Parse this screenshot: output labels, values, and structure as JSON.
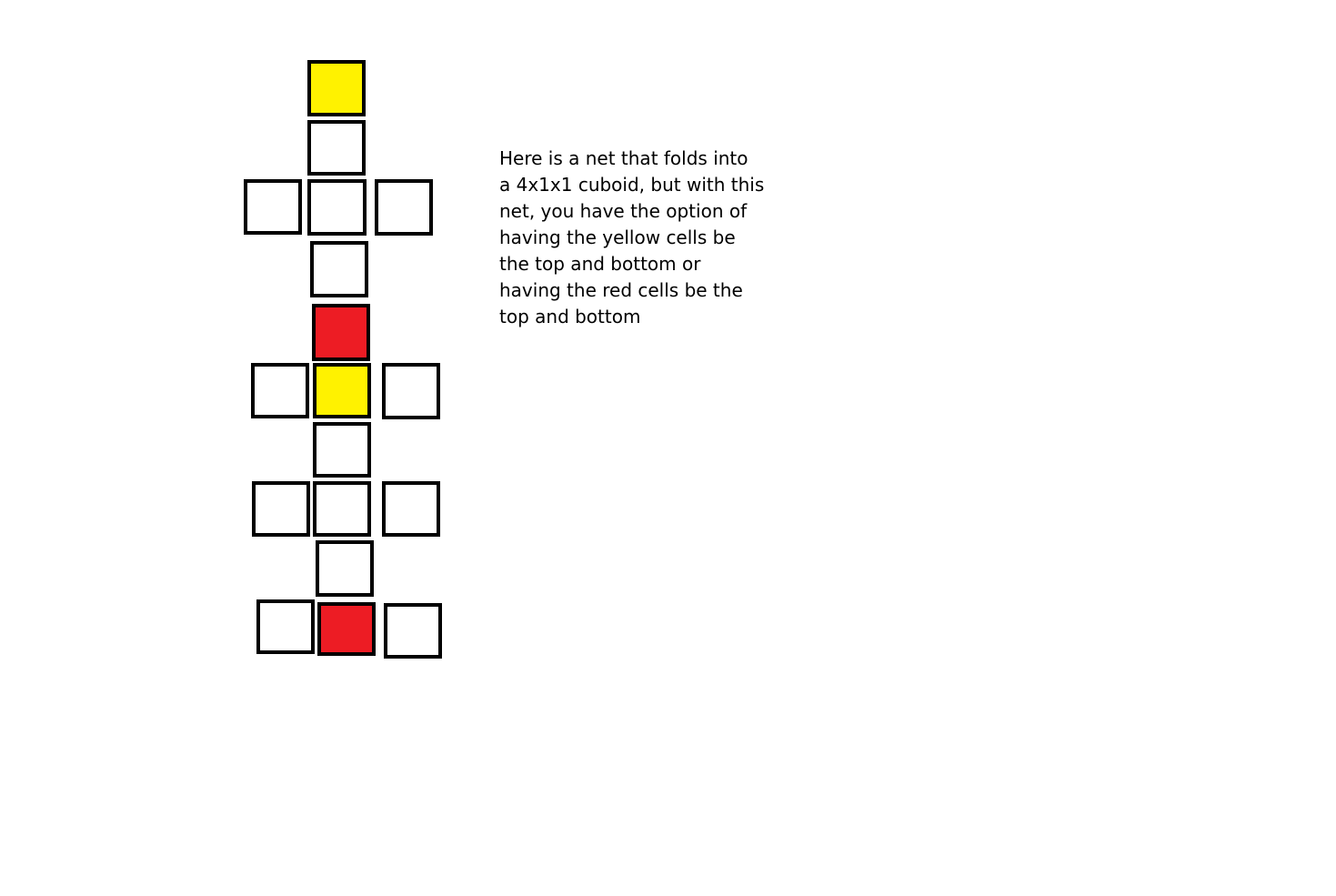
{
  "colors": {
    "yellow": "#fff200",
    "red": "#ed1c24",
    "white": "#ffffff",
    "border": "#000000"
  },
  "caption": {
    "lines": [
      "Here is a net that folds into",
      "a 4x1x1 cuboid, but with this",
      "net, you have the option of",
      "having the yellow cells be",
      "the top and bottom or",
      "having the red cells be the",
      "top and bottom"
    ]
  },
  "cells": [
    {
      "id": "cell-1",
      "fill": "yellow"
    },
    {
      "id": "cell-2",
      "fill": "white"
    },
    {
      "id": "cell-3-left",
      "fill": "white"
    },
    {
      "id": "cell-3-center",
      "fill": "white"
    },
    {
      "id": "cell-3-right",
      "fill": "white"
    },
    {
      "id": "cell-4",
      "fill": "white"
    },
    {
      "id": "cell-5",
      "fill": "red"
    },
    {
      "id": "cell-6-left",
      "fill": "white"
    },
    {
      "id": "cell-6-center",
      "fill": "yellow"
    },
    {
      "id": "cell-6-right",
      "fill": "white"
    },
    {
      "id": "cell-7",
      "fill": "white"
    },
    {
      "id": "cell-8-left",
      "fill": "white"
    },
    {
      "id": "cell-8-center",
      "fill": "white"
    },
    {
      "id": "cell-8-right",
      "fill": "white"
    },
    {
      "id": "cell-9",
      "fill": "white"
    },
    {
      "id": "cell-10-left",
      "fill": "white"
    },
    {
      "id": "cell-10-center",
      "fill": "red"
    },
    {
      "id": "cell-10-right",
      "fill": "white"
    }
  ]
}
